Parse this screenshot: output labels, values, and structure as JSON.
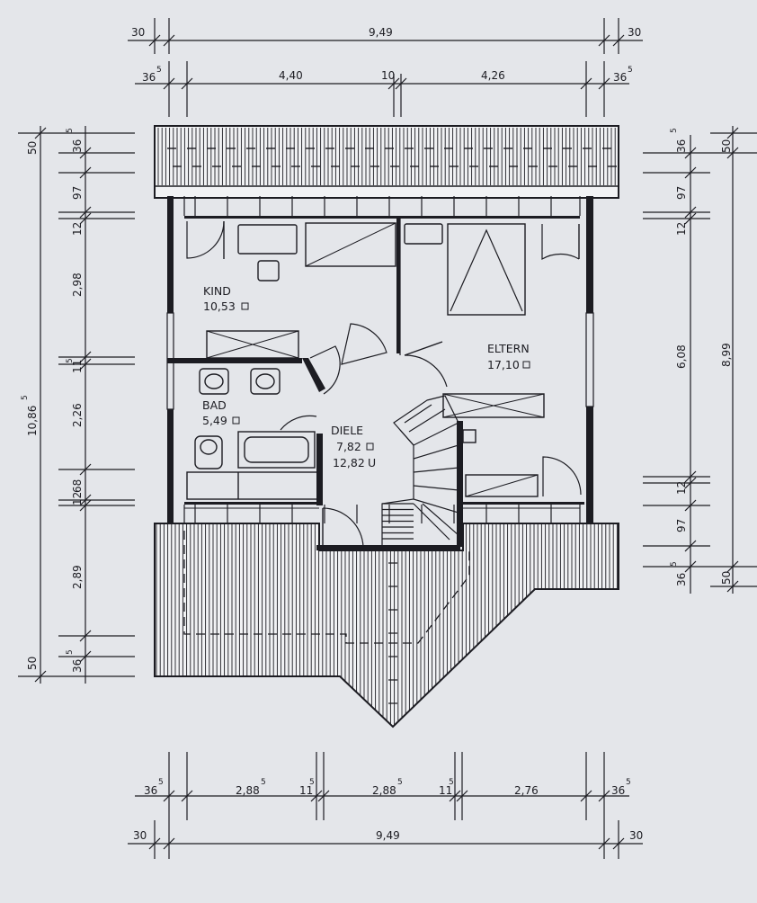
{
  "dimensions": {
    "top_outer": {
      "left": "30",
      "total": "9,49",
      "right": "30"
    },
    "top_inner": {
      "left": "36",
      "left_sup": "5",
      "a": "4,40",
      "mid": "10",
      "b": "4,26",
      "right": "36",
      "right_sup": "5"
    },
    "bottom_inner": {
      "left": "36",
      "left_sup": "5",
      "a": "2,88",
      "a_sup": "5",
      "w1": "11",
      "w1_sup": "5",
      "b": "2,88",
      "b_sup": "5",
      "w2": "11",
      "w2_sup": "5",
      "c": "2,76",
      "right": "36",
      "right_sup": "5"
    },
    "bottom_outer": {
      "left": "30",
      "total": "9,49",
      "right": "30"
    },
    "left_outer": {
      "total": "10,86",
      "total_sup": "5"
    },
    "left_inner": {
      "top_a": "50",
      "top_b": "36",
      "top_b_sup": "5",
      "s1": "97",
      "s2": "12",
      "s3": "2,98",
      "s4": "11",
      "s4_sup": "5",
      "s5": "2,26",
      "s6": "68",
      "s7": "12",
      "s8": "2,89",
      "bot_a": "50",
      "bot_b": "36",
      "bot_b_sup": "5"
    },
    "right_inner": {
      "top_a": "36",
      "top_a_sup": "5",
      "s1": "97",
      "s2": "12",
      "s3": "6,08",
      "s4": "12",
      "s5": "97",
      "bot_a": "36",
      "bot_a_sup": "5"
    },
    "right_outer": {
      "top": "50",
      "total": "8,99",
      "bottom": "50"
    }
  },
  "rooms": {
    "kind": {
      "name": "KIND",
      "area": "10,53"
    },
    "eltern": {
      "name": "ELTERN",
      "area": "17,10"
    },
    "bad": {
      "name": "BAD",
      "area": "5,49"
    },
    "diele": {
      "name": "DIELE",
      "area": "7,82",
      "area2": "12,82",
      "area2_suffix": "U"
    }
  },
  "colors": {
    "ink": "#1c1c22",
    "paper": "#e4e6ea",
    "fill": "#f1f2f4"
  }
}
